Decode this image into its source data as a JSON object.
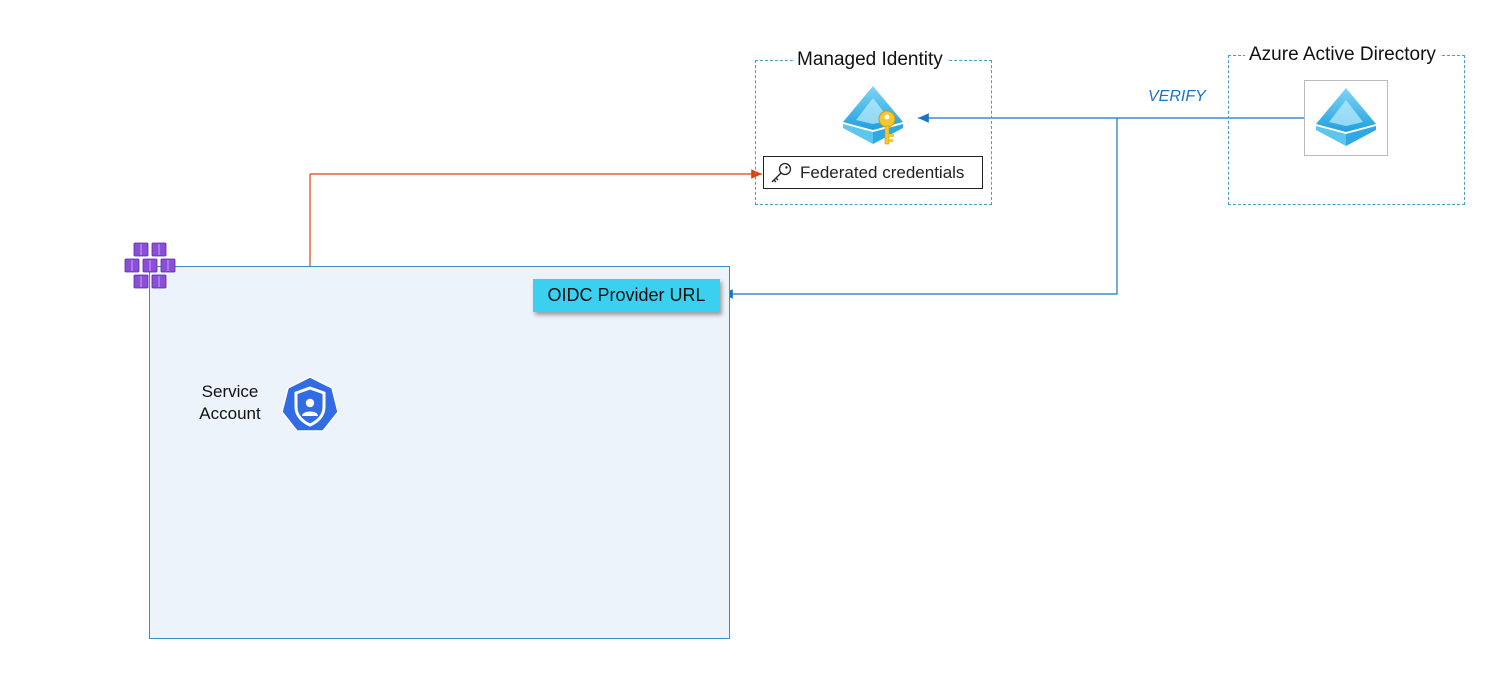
{
  "groups": {
    "managed_identity": {
      "title": "Managed Identity"
    },
    "azure_ad": {
      "title": "Azure Active Directory"
    }
  },
  "nodes": {
    "federated_credentials": {
      "label": "Federated credentials"
    },
    "oidc_provider": {
      "label": "OIDC Provider URL"
    },
    "service_account": {
      "label": "Service Account"
    }
  },
  "edges": {
    "verify": {
      "label": "VERIFY"
    }
  },
  "icons": {
    "managed_identity": "managed-identity-icon",
    "azure_ad": "azure-ad-icon",
    "key": "key-icon",
    "aks": "aks-cluster-icon",
    "service_account": "service-account-icon"
  },
  "colors": {
    "cluster_fill": "#edf3fa",
    "cluster_border": "#3b8bc4",
    "oidc_fill": "#3bd0f0",
    "verify_arrow": "#1a73c8",
    "federation_arrow": "#d84315",
    "group_border": "#4a9cc4"
  }
}
